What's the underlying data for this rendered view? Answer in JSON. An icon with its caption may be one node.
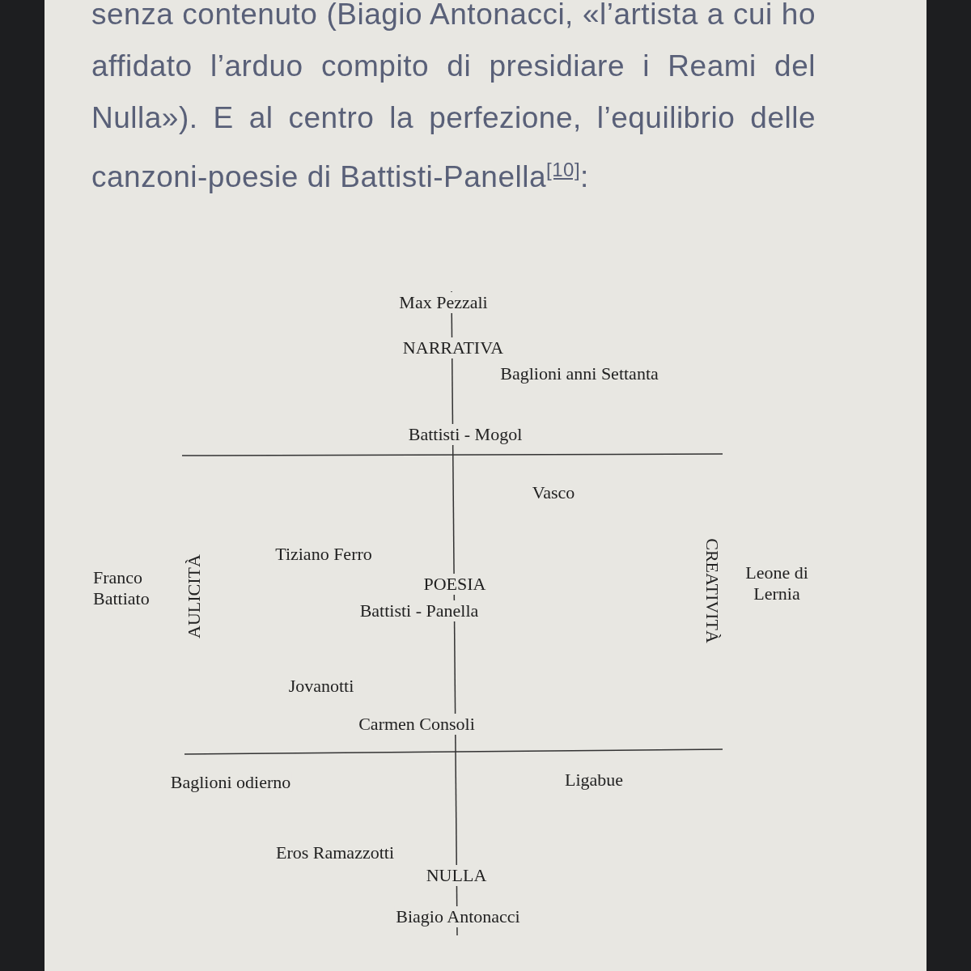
{
  "diagram": {
    "labels": [
      "senza contenuto (Biagio Antonacci, «l’artista a cui ho affidato l’arduo compito di presidiare i Reami del Nulla»). E al centro la perfezione, l’equilibrio delle canzoni-poesie di Battisti-Panella$^{[10]}$:",
      "Max Pezzali",
      "NARRATIVA",
      "Baglioni anni Settanta",
      "Battisti - Mogol",
      "Vasco",
      "Franco Battiato",
      "AULICITÀ",
      "Tiziano Ferro",
      "POESIA",
      "Battisti - Panella",
      "CREATIVITÀ",
      "Leone di Lernia",
      "Jovanotti",
      "Carmen Consoli",
      "Baglioni odierno",
      "Ligabue",
      "Eros Ramazzotti",
      "NULLA",
      "Biagio Antonacci"
    ]
  }
}
